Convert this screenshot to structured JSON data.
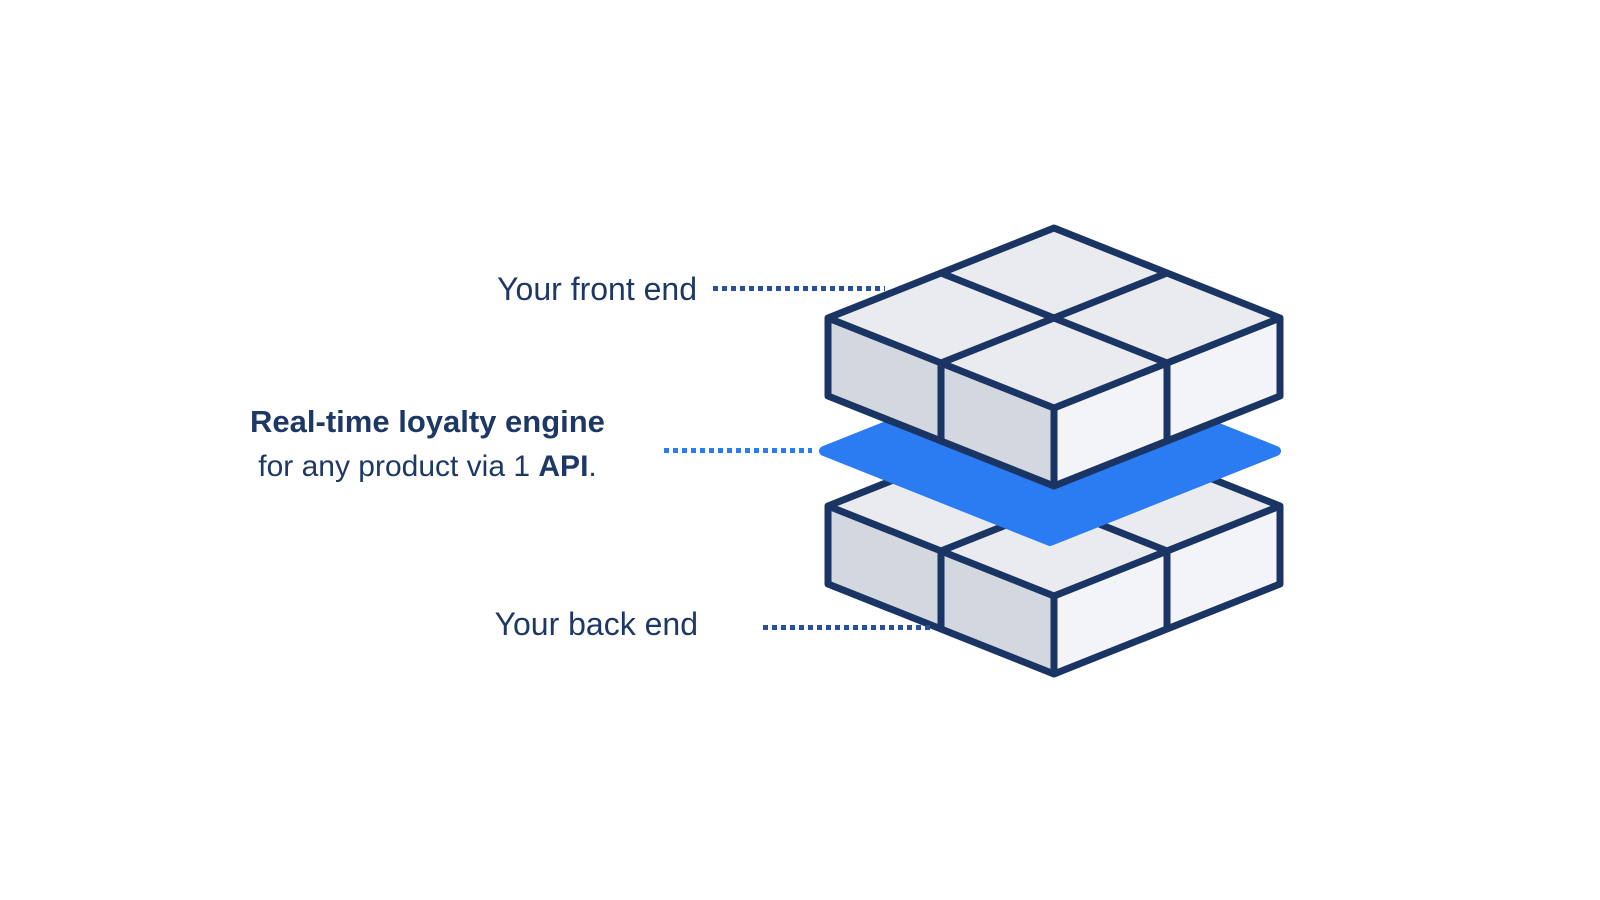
{
  "diagram": {
    "labels": {
      "front_end": "Your front end",
      "engine_title": "Real-time loyalty engine",
      "engine_subtitle_prefix": "for any product via 1 ",
      "engine_subtitle_bold": "API",
      "engine_subtitle_suffix": ".",
      "back_end": "Your back end"
    },
    "colors": {
      "text_navy": "#1e3866",
      "outline_navy": "#1a3563",
      "accent_blue": "#2b7bf2",
      "leader_navy": "#27519f",
      "face_top": "#e9ebef",
      "face_left": "#d3d7df",
      "face_right": "#f2f4f7",
      "background": "#ffffff"
    }
  }
}
